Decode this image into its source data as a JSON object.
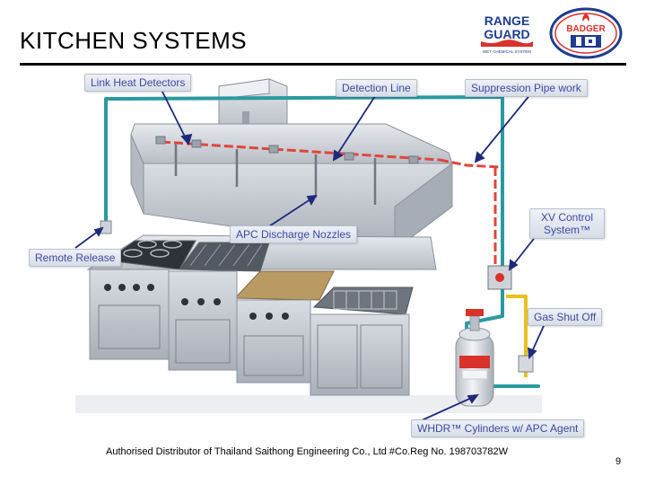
{
  "slide": {
    "title": "KITCHEN SYSTEMS",
    "footer": "Authorised Distributor of Thailand Saithong Engineering Co., Ltd #Co.Reg No. 198703782W",
    "page_number": "9"
  },
  "logos": {
    "range_guard": {
      "line1": "RANGE",
      "line2": "GUARD",
      "tagline": "WET CHEMICAL SYSTEM"
    },
    "badger": {
      "text": "BADGER"
    }
  },
  "callouts": {
    "link_heat_detectors": "Link Heat Detectors",
    "detection_line": "Detection Line",
    "suppression_pipe_work": "Suppression Pipe work",
    "apc_discharge_nozzles": "APC Discharge Nozzles",
    "xv_control_system_line1": "XV Control",
    "xv_control_system_line2": "System™",
    "remote_release": "Remote Release",
    "gas_shut_off": "Gas Shut Off",
    "whdr_cylinders": "WHDR™ Cylinders w/ APC Agent"
  },
  "colors": {
    "pipe_teal": "#2a9aa0",
    "detection_red": "#e0463a",
    "gas_yellow": "#e8c21e",
    "steel": "#c8ccd2",
    "callout_text": "#3e4aa0"
  }
}
